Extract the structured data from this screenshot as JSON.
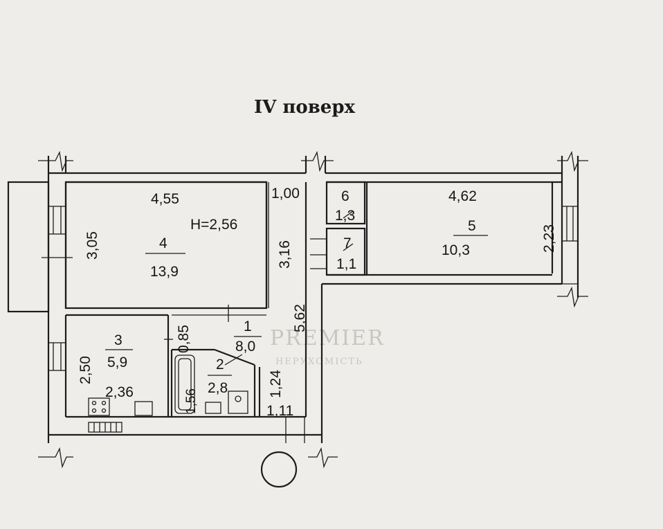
{
  "title": "IV поверх",
  "watermark": {
    "brand": "PREMIER",
    "sub": "НЕРУХОМІСТЬ"
  },
  "rooms": [
    {
      "number": "1",
      "area": "8,0"
    },
    {
      "number": "2",
      "area": "2,8"
    },
    {
      "number": "3",
      "area": "5,9"
    },
    {
      "number": "4",
      "area": "13,9"
    },
    {
      "number": "5",
      "area": "10,3"
    },
    {
      "number": "6",
      "area": "1,3"
    },
    {
      "number": "7",
      "area": "1,1"
    }
  ],
  "dimensions": {
    "room4_width": "4,55",
    "room4_height": "3,05",
    "ceiling_height": "H=2,56",
    "corridor_width": "1,00",
    "wall_316": "3,16",
    "corridor_length": "5,62",
    "room5_width": "4,62",
    "room5_height": "2,23",
    "room3_height": "2,50",
    "room3_width": "2,36",
    "hall_085": "0,85",
    "bath_length": "1,56",
    "hall_124": "1,24",
    "hall_111": "1,11"
  },
  "colors": {
    "background": "#efedea",
    "ink": "#1c1c1c"
  }
}
